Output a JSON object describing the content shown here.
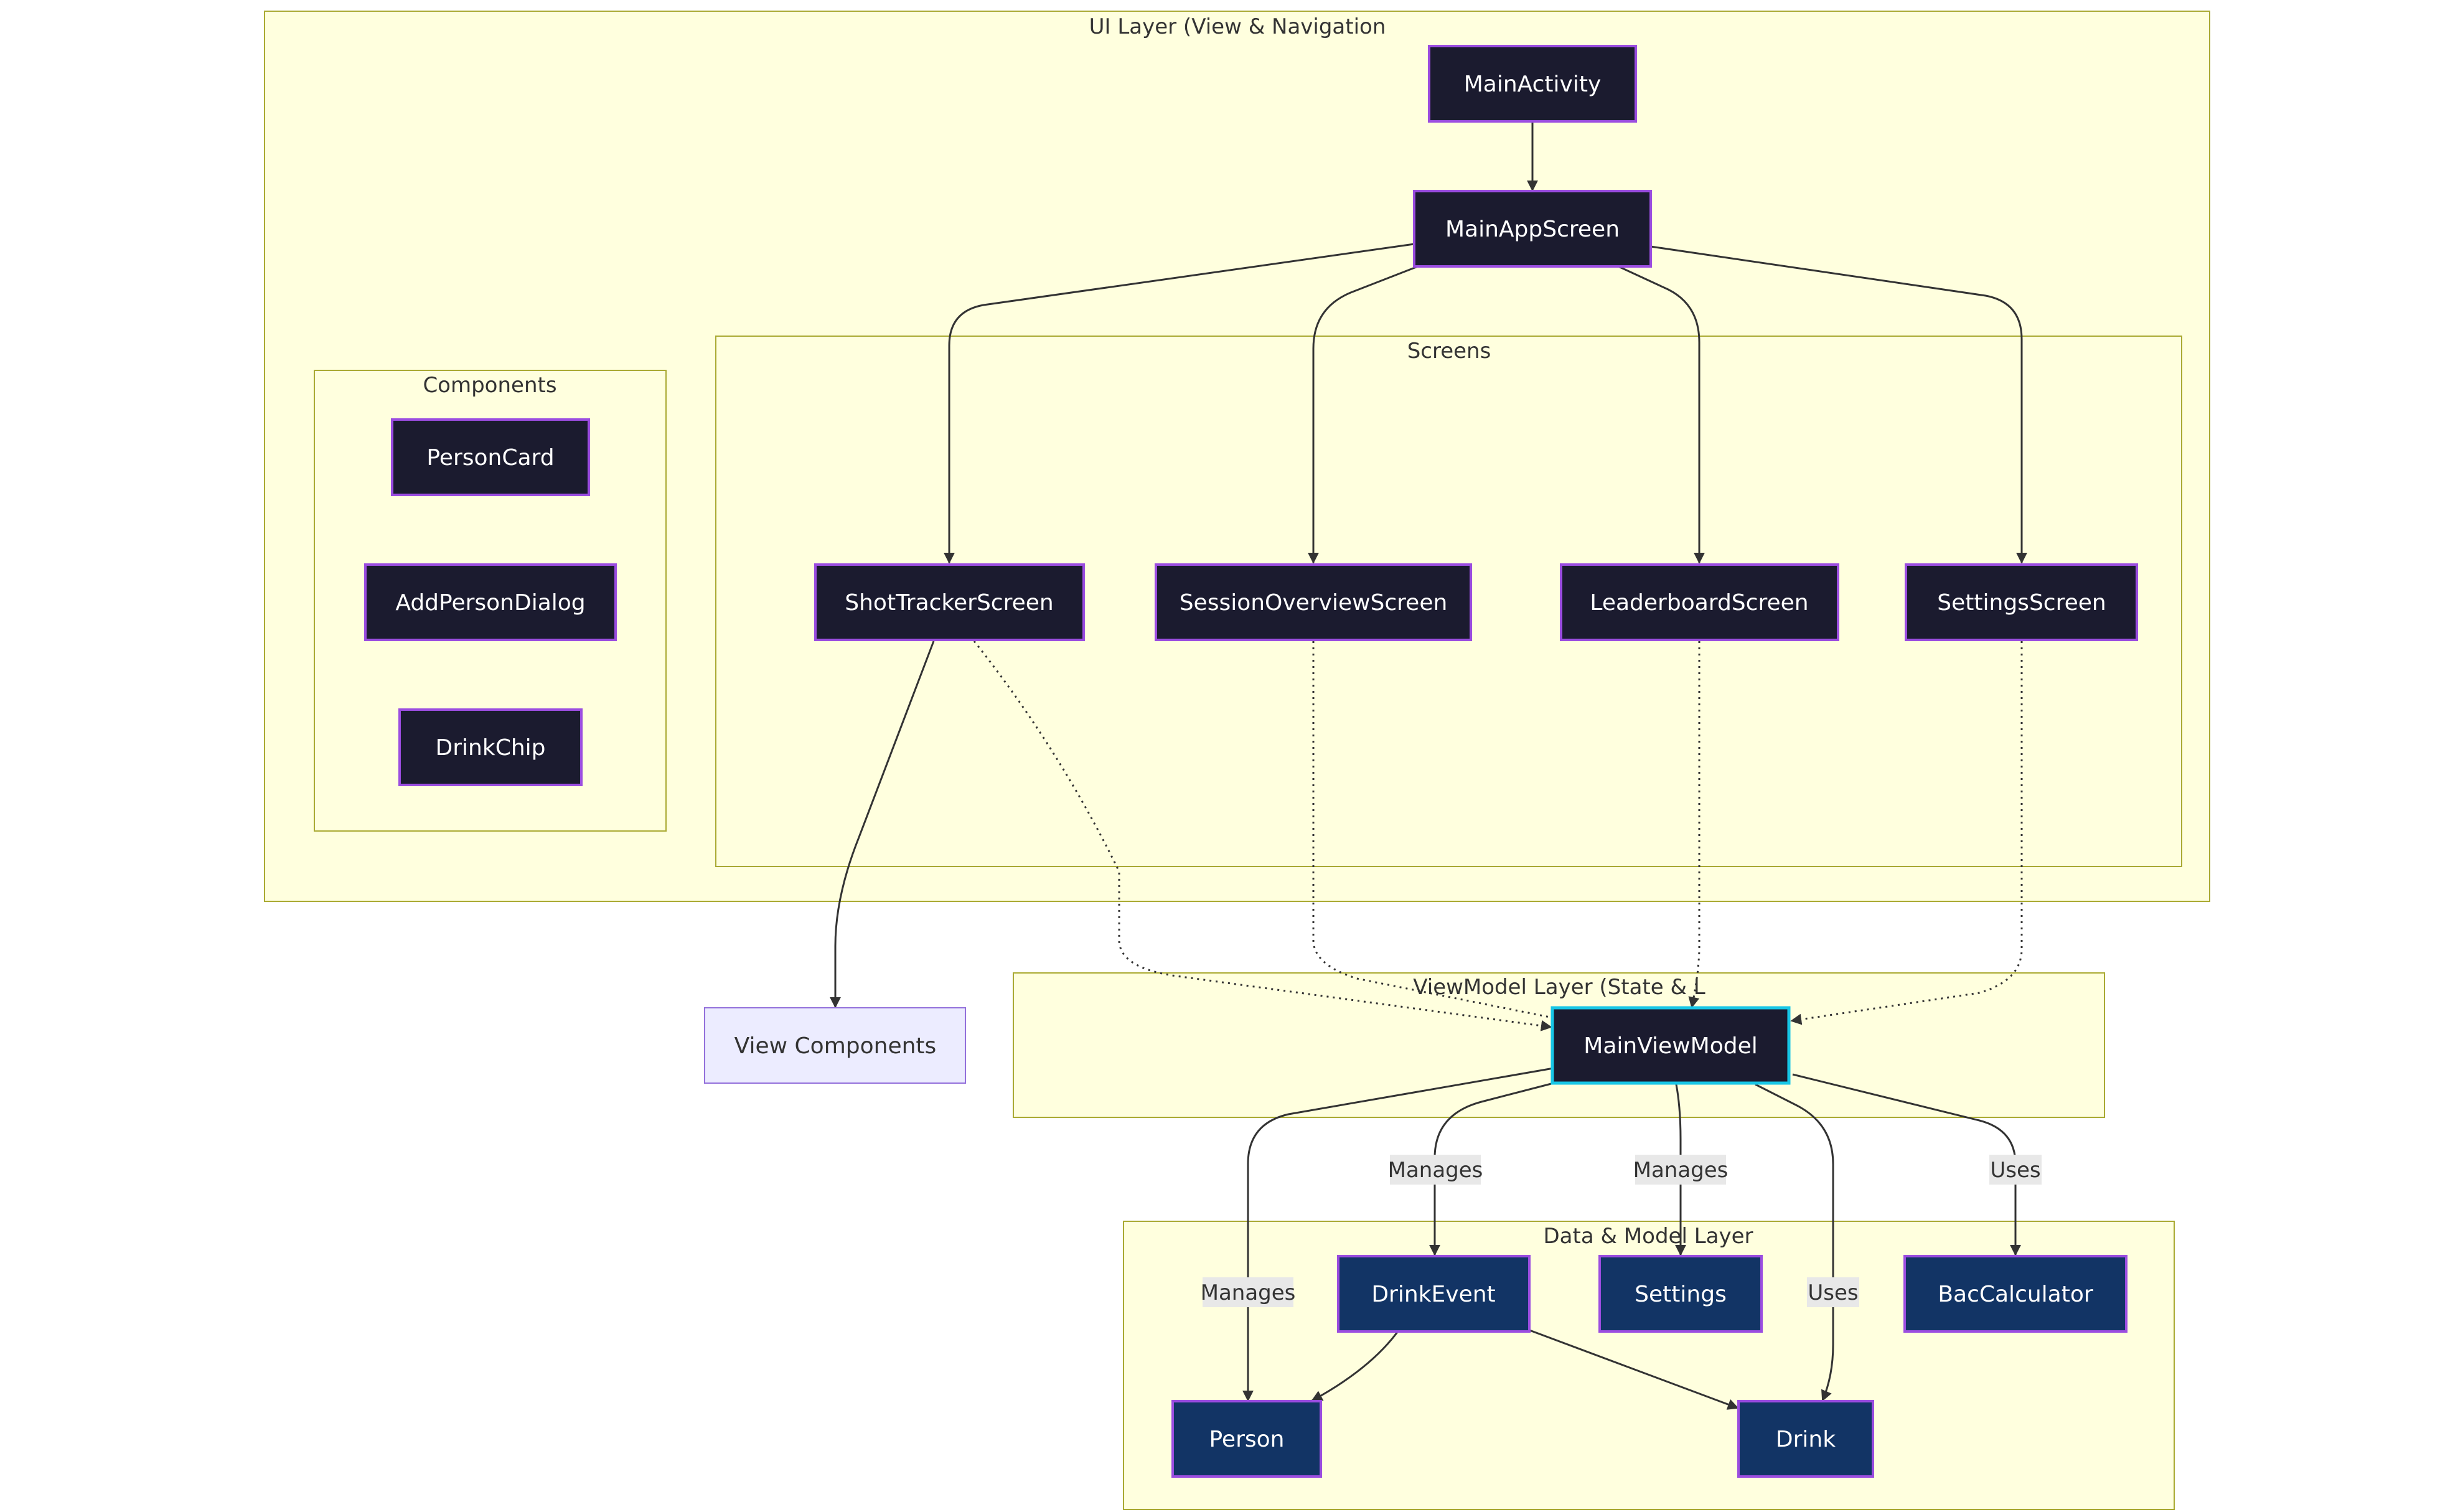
{
  "groups": {
    "ui_layer": "UI Layer (View & Navigation",
    "components": "Components",
    "screens": "Screens",
    "viewmodel_layer": "ViewModel Layer (State & L",
    "data_layer": "Data & Model Layer"
  },
  "nodes": {
    "main_activity": "MainActivity",
    "main_app_screen": "MainAppScreen",
    "person_card": "PersonCard",
    "add_person_dialog": "AddPersonDialog",
    "drink_chip": "DrinkChip",
    "shot_tracker_screen": "ShotTrackerScreen",
    "session_overview_screen": "SessionOverviewScreen",
    "leaderboard_screen": "LeaderboardScreen",
    "settings_screen": "SettingsScreen",
    "view_components": "View Components",
    "main_view_model": "MainViewModel",
    "drink_event": "DrinkEvent",
    "settings": "Settings",
    "bac_calculator": "BacCalculator",
    "person": "Person",
    "drink": "Drink"
  },
  "edge_labels": {
    "manages_drink_event": "Manages",
    "manages_settings": "Manages",
    "uses_bac_calculator": "Uses",
    "manages_person": "Manages",
    "uses_drink": "Uses"
  },
  "colors": {
    "group_fill": "#ffffde",
    "group_stroke": "#aaaa33",
    "node_fill": "#1b1b2f",
    "node_border": "#9b4de0",
    "viewmodel_border": "#17c6e6",
    "data_node_fill": "#123465",
    "plain_node_fill": "#ececff"
  }
}
